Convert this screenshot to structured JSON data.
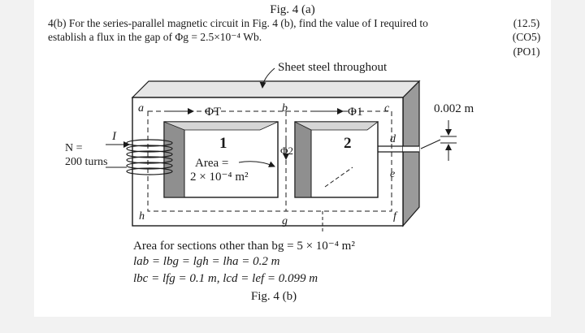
{
  "header": {
    "fig_title": "Fig. 4 (a)",
    "question_line1": "4(b) For the series-parallel magnetic circuit in Fig. 4 (b), find the value of I required to",
    "question_line2": "establish a flux in the gap of Φg = 2.5×10⁻⁴ Wb.",
    "marks": [
      "(12.5)",
      "(CO5)",
      "(PO1)"
    ]
  },
  "figure": {
    "material_label": "Sheet steel throughout",
    "gap_label": "0.002 m",
    "coil": {
      "n_label": "N =",
      "turns_label": "200 turns",
      "current_label": "I"
    },
    "flux_labels": {
      "total": "ΦT",
      "one": "Φ1",
      "two": "Φ2"
    },
    "points": [
      "a",
      "b",
      "c",
      "d",
      "e",
      "f",
      "g",
      "h"
    ],
    "window_labels": [
      "1",
      "2"
    ],
    "area_label_line1": "Area =",
    "area_label_line2": "2 × 10⁻⁴ m²"
  },
  "notes": {
    "area_line": "Area for sections other than bg = 5 × 10⁻⁴ m²",
    "length_line1": "lab = lbg = lgh = lha = 0.2 m",
    "length_line2": "lbc = lfg = 0.1 m, lcd = lef = 0.099 m",
    "caption": "Fig. 4 (b)"
  }
}
